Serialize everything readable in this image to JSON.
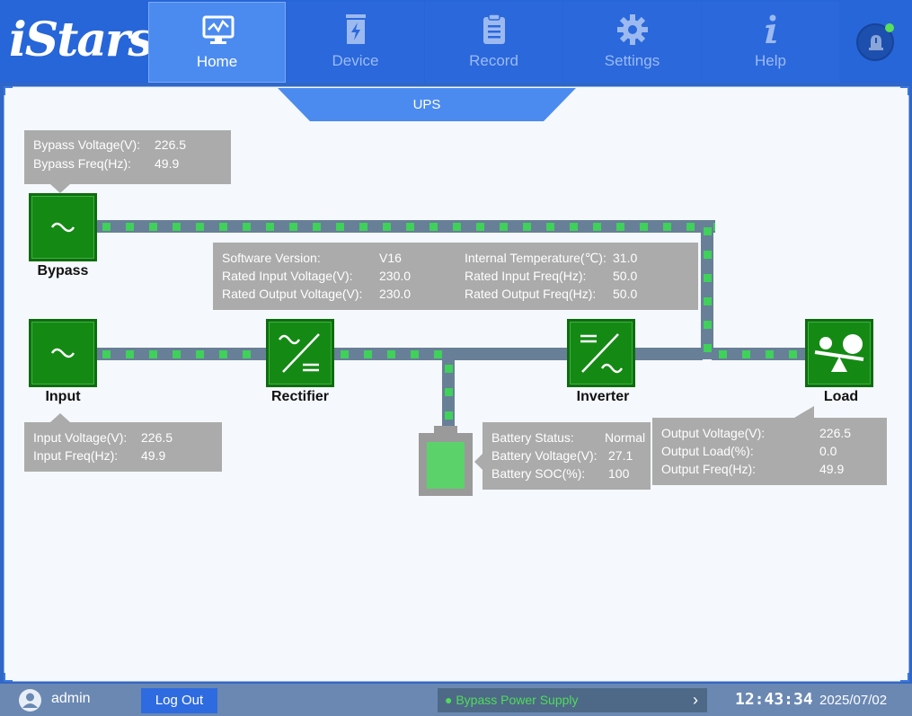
{
  "app": {
    "logo_text": "iStars"
  },
  "nav": {
    "tabs": [
      {
        "label": "Home",
        "icon": "monitor-chart-icon",
        "active": true
      },
      {
        "label": "Device",
        "icon": "battery-device-icon",
        "active": false
      },
      {
        "label": "Record",
        "icon": "clipboard-icon",
        "active": false
      },
      {
        "label": "Settings",
        "icon": "gear-icon",
        "active": false
      },
      {
        "label": "Help",
        "icon": "info-icon",
        "active": false
      }
    ],
    "alarm_icon": "alarm-bell-icon"
  },
  "panel": {
    "title": "UPS"
  },
  "components": {
    "bypass": {
      "label": "Bypass",
      "icon": "ac-wave-icon"
    },
    "input": {
      "label": "Input",
      "icon": "ac-wave-icon"
    },
    "rectifier": {
      "label": "Rectifier",
      "icon": "ac-dc-icon"
    },
    "inverter": {
      "label": "Inverter",
      "icon": "dc-ac-icon"
    },
    "load": {
      "label": "Load",
      "icon": "load-balance-icon"
    }
  },
  "bypass_info": {
    "voltage_label": "Bypass Voltage(V):",
    "voltage": "226.5",
    "freq_label": "Bypass Freq(Hz):",
    "freq": "49.9"
  },
  "input_info": {
    "voltage_label": "Input Voltage(V):",
    "voltage": "226.5",
    "freq_label": "Input Freq(Hz):",
    "freq": "49.9"
  },
  "system_info": {
    "software_label": "Software Version:",
    "software": "V16",
    "rated_in_v_label": "Rated Input Voltage(V):",
    "rated_in_v": "230.0",
    "rated_out_v_label": "Rated Output Voltage(V):",
    "rated_out_v": "230.0",
    "temp_label": "Internal Temperature(℃):",
    "temp": "31.0",
    "rated_in_f_label": "Rated Input Freq(Hz):",
    "rated_in_f": "50.0",
    "rated_out_f_label": "Rated Output Freq(Hz):",
    "rated_out_f": "50.0"
  },
  "battery_info": {
    "status_label": "Battery Status:",
    "status": "Normal",
    "voltage_label": "Battery Voltage(V):",
    "voltage": "27.1",
    "soc_label": "Battery SOC(%):",
    "soc": "100"
  },
  "output_info": {
    "voltage_label": "Output Voltage(V):",
    "voltage": "226.5",
    "load_label": "Output Load(%):",
    "load": "0.0",
    "freq_label": "Output Freq(Hz):",
    "freq": "49.9"
  },
  "bottom": {
    "user": "admin",
    "logout_label": "Log Out",
    "status_text": "● Bypass Power Supply",
    "time": "12:43:34",
    "date": "2025/07/02"
  },
  "colors": {
    "accent": "#2766d8",
    "component_green": "#148a14",
    "flow_green": "#3fd15a",
    "info_gray": "#ababab"
  }
}
